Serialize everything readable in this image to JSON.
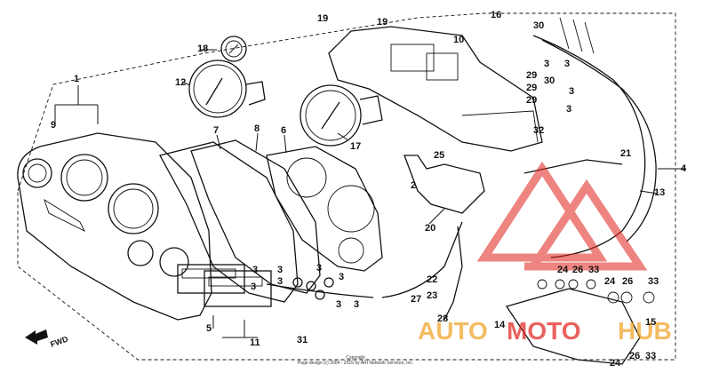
{
  "fwd_label": "FWD",
  "watermark": {
    "part1": "AUTO",
    "part2": "MOTO",
    "part3": "HUB"
  },
  "footer": {
    "line1": "Copyright",
    "line2": "Page design (c) 2004 - 2015 by ARI Network Services, Inc."
  },
  "callouts": [
    "1",
    "9",
    "7",
    "8",
    "6",
    "18",
    "12",
    "17",
    "19",
    "19",
    "16",
    "30",
    "10",
    "3",
    "3",
    "29",
    "29",
    "29",
    "30",
    "3",
    "3",
    "32",
    "25",
    "21",
    "2",
    "4",
    "13",
    "20",
    "22",
    "23",
    "27",
    "28",
    "24",
    "26",
    "33",
    "24",
    "26",
    "33",
    "14",
    "15",
    "24",
    "26",
    "33",
    "5",
    "11",
    "31",
    "3",
    "3",
    "3",
    "3",
    "3",
    "3",
    "3",
    "3"
  ]
}
